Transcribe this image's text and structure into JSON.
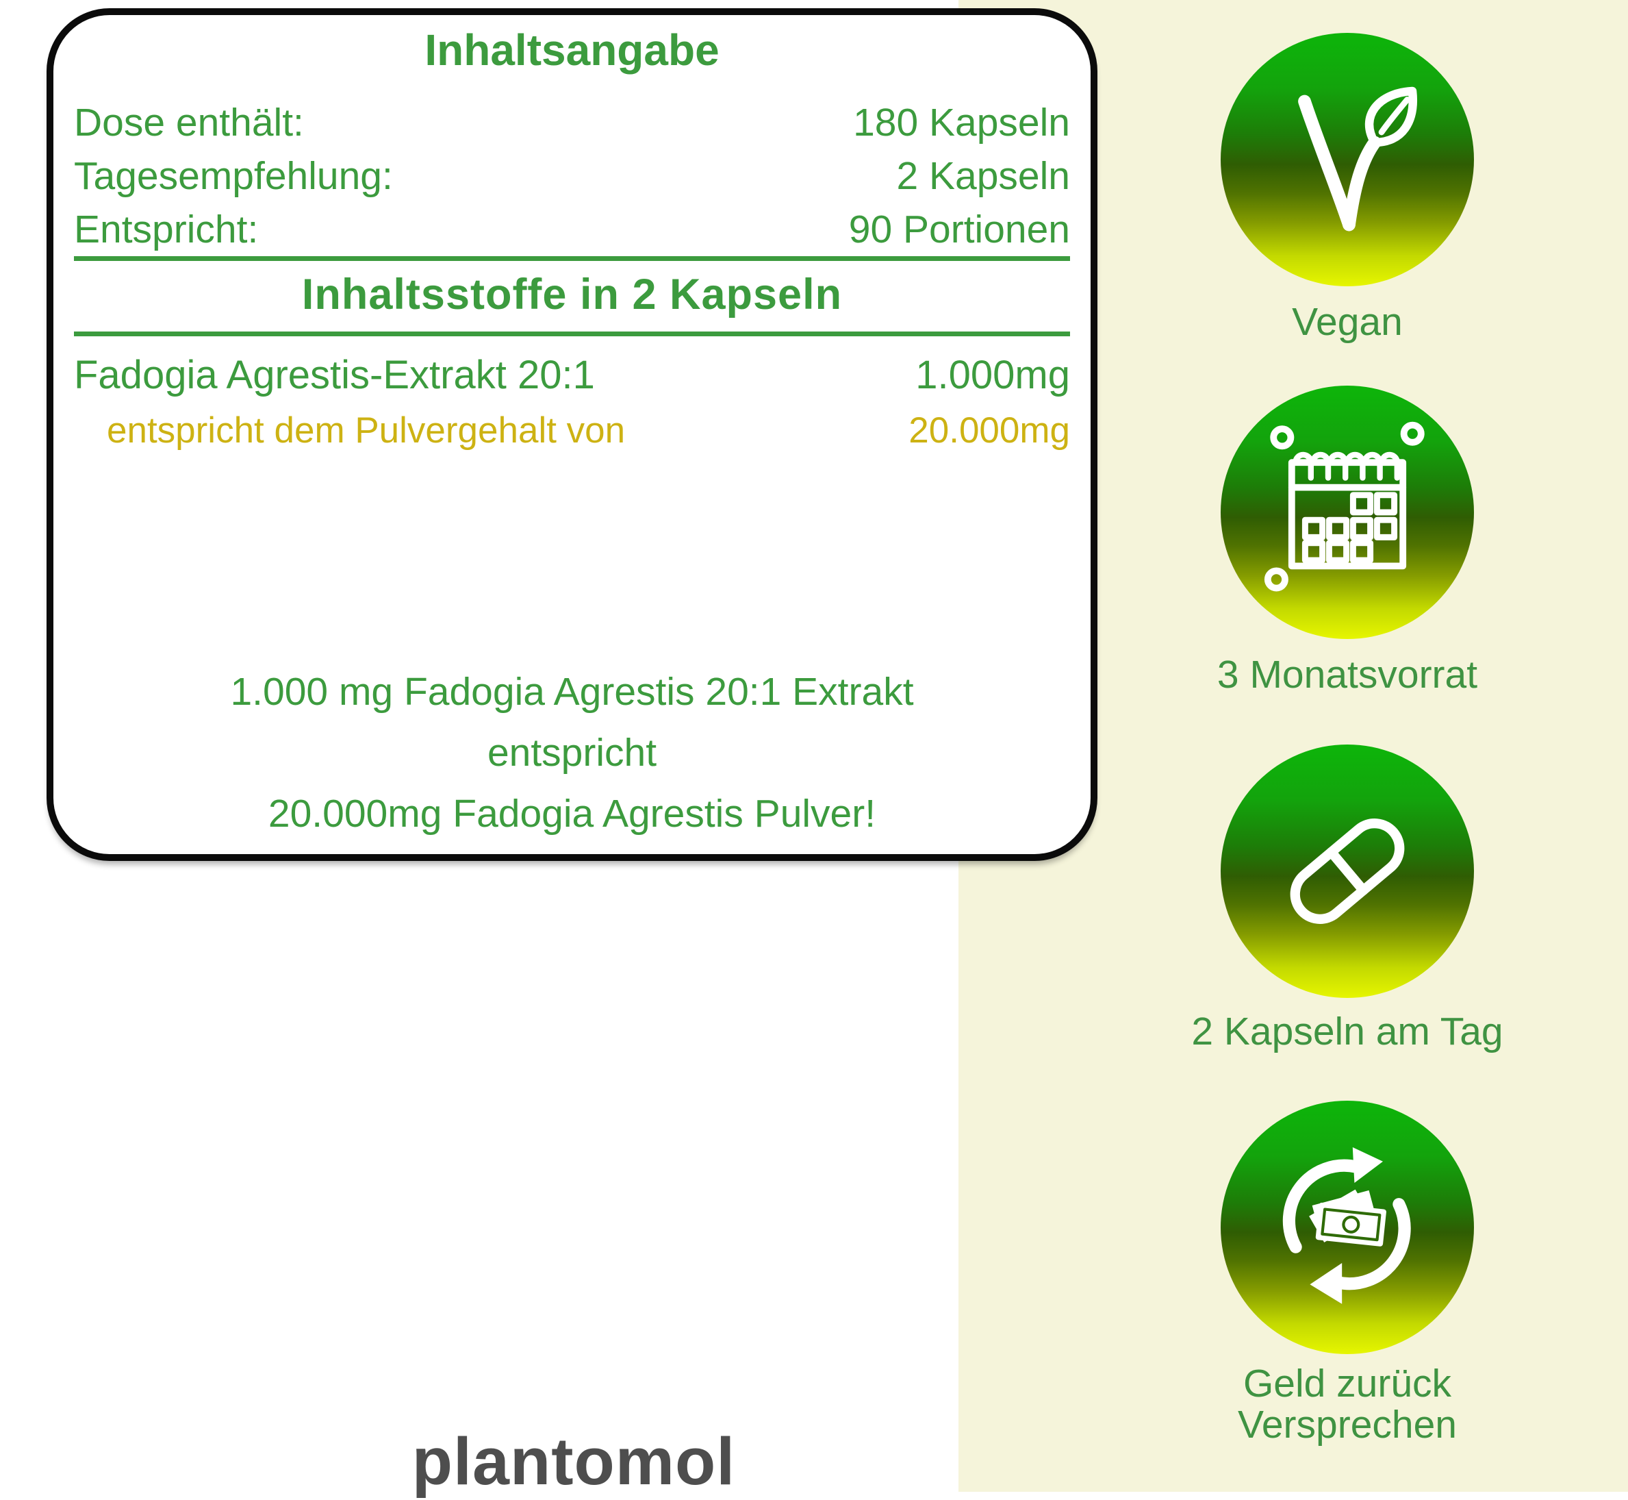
{
  "card": {
    "title": "Inhaltsangabe",
    "info_rows": [
      {
        "label": "Dose enthält:",
        "value": "180 Kapseln"
      },
      {
        "label": "Tagesempfehlung:",
        "value": "2 Kapseln"
      },
      {
        "label": "Entspricht:",
        "value": "90 Portionen"
      }
    ],
    "section_title": "Inhaltsstoffe in 2 Kapseln",
    "ingredient_rows": [
      {
        "label": "Fadogia Agrestis-Extrakt 20:1",
        "value": "1.000mg"
      },
      {
        "label": "entspricht dem Pulvergehalt von",
        "value": "20.000mg"
      }
    ],
    "statement_lines": [
      "1.000 mg Fadogia Agrestis 20:1 Extrakt",
      "entspricht",
      "20.000mg Fadogia Agrestis Pulver!"
    ]
  },
  "badges": [
    {
      "icon": "vegan-icon",
      "label": "Vegan"
    },
    {
      "icon": "calendar-icon",
      "label": "3 Monatsvorrat"
    },
    {
      "icon": "capsule-icon",
      "label": "2 Kapseln am Tag"
    },
    {
      "icon": "money-back-icon",
      "label": "Geld zurück",
      "label2": "Versprechen"
    }
  ],
  "brand": {
    "logo_text": "plantomol"
  },
  "colors": {
    "text_green": "#3c9b3e",
    "text_yellow": "#cdb213",
    "cream_background": "#f5f4da",
    "card_border": "#0b0b0b",
    "badge_gradient_top": "#0db50a",
    "badge_gradient_middle": "#2f5d03",
    "badge_gradient_bottom": "#e6f600",
    "logo_gray": "#4e4e4e"
  }
}
